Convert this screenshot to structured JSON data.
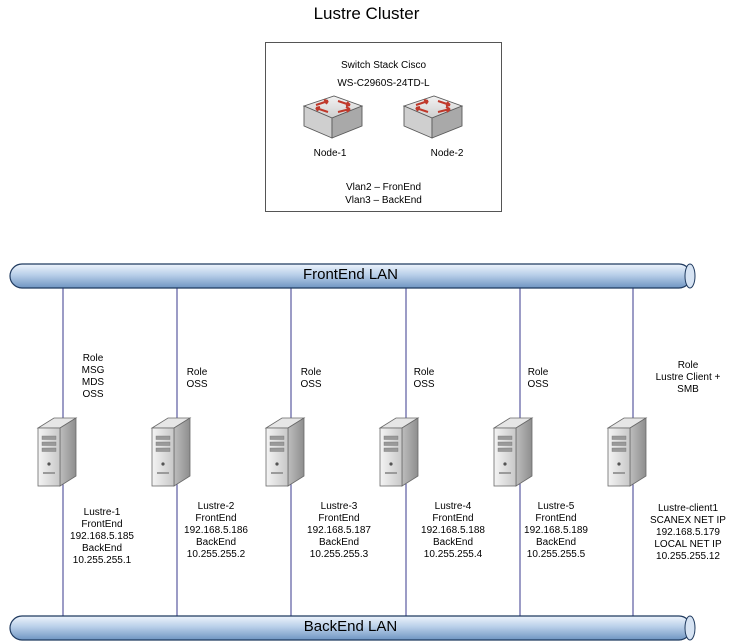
{
  "title": "Lustre Cluster",
  "switch": {
    "name": "Switch Stack Cisco",
    "model": "WS-C2960S-24TD-L",
    "nodes": [
      "Node-1",
      "Node-2"
    ],
    "vlans": [
      "Vlan2 – FronEnd",
      "Vlan3 – BackEnd"
    ]
  },
  "lans": {
    "frontend": "FrontEnd LAN",
    "backend": "BackEnd LAN"
  },
  "servers": [
    {
      "role": [
        "Role",
        "MSG",
        "MDS",
        "OSS"
      ],
      "info": [
        "Lustre-1",
        "FrontEnd",
        "192.168.5.185",
        "BackEnd",
        "10.255.255.1"
      ]
    },
    {
      "role": [
        "Role",
        "OSS"
      ],
      "info": [
        "Lustre-2",
        "FrontEnd",
        "192.168.5.186",
        "BackEnd",
        "10.255.255.2"
      ]
    },
    {
      "role": [
        "Role",
        "OSS"
      ],
      "info": [
        "Lustre-3",
        "FrontEnd",
        "192.168.5.187",
        "BackEnd",
        "10.255.255.3"
      ]
    },
    {
      "role": [
        "Role",
        "OSS"
      ],
      "info": [
        "Lustre-4",
        "FrontEnd",
        "192.168.5.188",
        "BackEnd",
        "10.255.255.4"
      ]
    },
    {
      "role": [
        "Role",
        "OSS"
      ],
      "info": [
        "Lustre-5",
        "FrontEnd",
        "192.168.5.189",
        "BackEnd",
        "10.255.255.5"
      ]
    },
    {
      "role": [
        "Role",
        "Lustre Client +",
        "SMB"
      ],
      "info": [
        "Lustre-client1",
        "SCANEX NET IP",
        "192.168.5.179",
        "LOCAL NET IP",
        "10.255.255.12"
      ]
    }
  ],
  "colors": {
    "lan_fill_light": "#dfeaf8",
    "lan_fill_dark": "#7ea3cc",
    "lan_stroke": "#1f3a5f",
    "link_line": "#3a3a8c",
    "router_red": "#c0392b"
  }
}
